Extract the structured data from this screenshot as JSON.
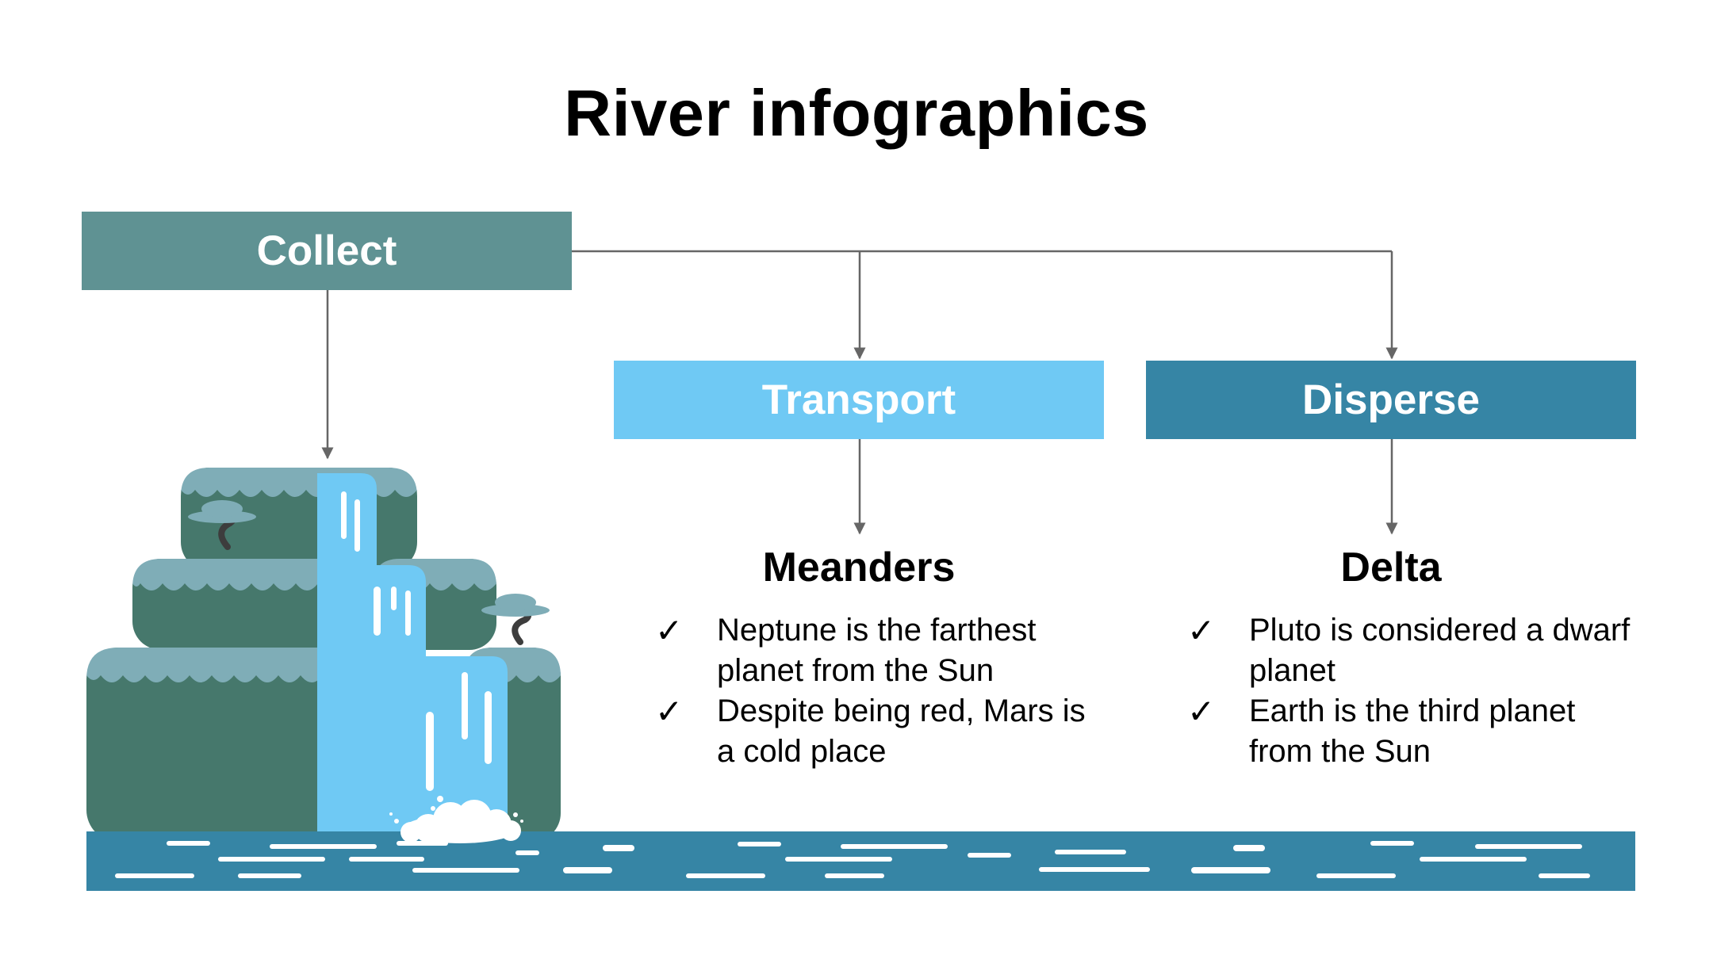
{
  "title": "River infographics",
  "colors": {
    "collect": "#5f9293",
    "transport": "#6fc9f4",
    "disperse": "#3685a5",
    "connector": "#666666",
    "river": "#3685a5",
    "cliff": "#46786c",
    "cliff_top": "#7fadb7",
    "waterfall": "#6fc9f4"
  },
  "stages": {
    "collect": "Collect",
    "transport": "Transport",
    "disperse": "Disperse"
  },
  "meanders": {
    "title": "Meanders",
    "check_icon": "✓",
    "items": [
      "Neptune is the farthest planet from the Sun",
      "Despite being red, Mars is a cold place"
    ]
  },
  "delta": {
    "title": "Delta",
    "check_icon": "✓",
    "items": [
      "Pluto is considered a dwarf planet",
      "Earth is the third planet from the Sun"
    ]
  }
}
